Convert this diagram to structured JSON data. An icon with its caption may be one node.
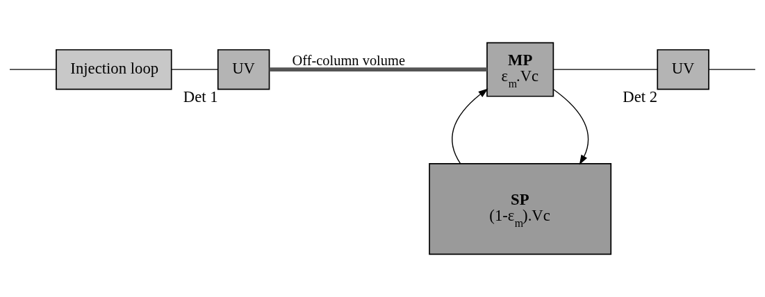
{
  "diagram": {
    "nodes": [
      {
        "text": [
          "Injection loop"
        ]
      },
      {
        "text": [
          "UV"
        ],
        "beside": [
          "Det 1"
        ]
      },
      {
        "text": [
          "MP",
          "ε$_{m}$.Vc"
        ]
      },
      {
        "text": [
          "SP",
          "(1-ε$_{m}$).Vc"
        ]
      },
      {
        "text": [
          "UV"
        ],
        "beside": [
          "Det 2"
        ]
      }
    ],
    "edges": [
      {
        "from": null,
        "to": 0,
        "arrow": "none"
      },
      {
        "from": 0,
        "to": 1,
        "arrow": "none"
      },
      {
        "from": 1,
        "to": 2,
        "arrow": "none",
        "label": "Off-column volume",
        "style": "thick"
      },
      {
        "from": 2,
        "to": 3,
        "arrow": "to"
      },
      {
        "from": 3,
        "to": 2,
        "arrow": "to"
      },
      {
        "from": 2,
        "to": 4,
        "arrow": "none"
      },
      {
        "from": 4,
        "to": null,
        "arrow": "none"
      }
    ]
  }
}
